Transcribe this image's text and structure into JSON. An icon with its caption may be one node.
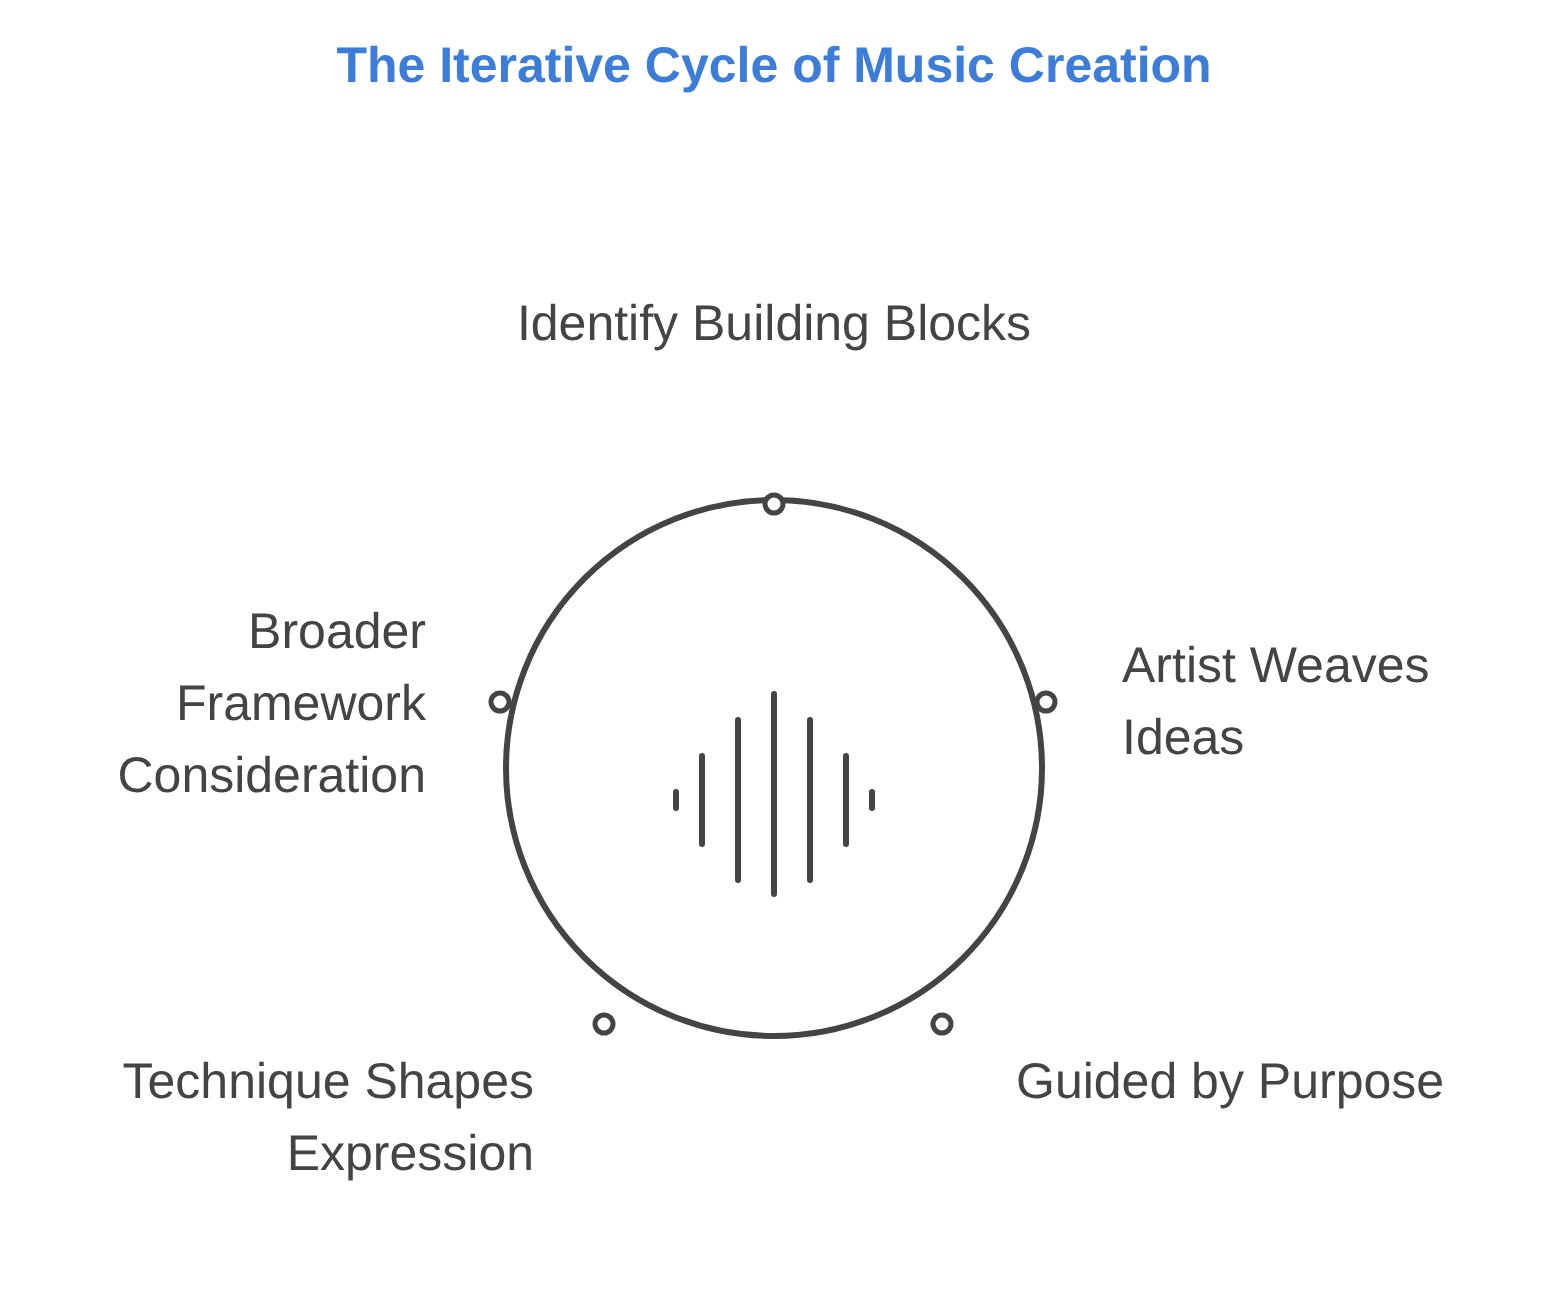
{
  "diagram": {
    "title": "The Iterative Cycle of Music Creation",
    "labels": [
      "Identify Building Blocks",
      "Broader Framework Consideration",
      "Artist Weaves Ideas",
      "Technique Shapes Expression",
      "Guided by Purpose"
    ]
  }
}
